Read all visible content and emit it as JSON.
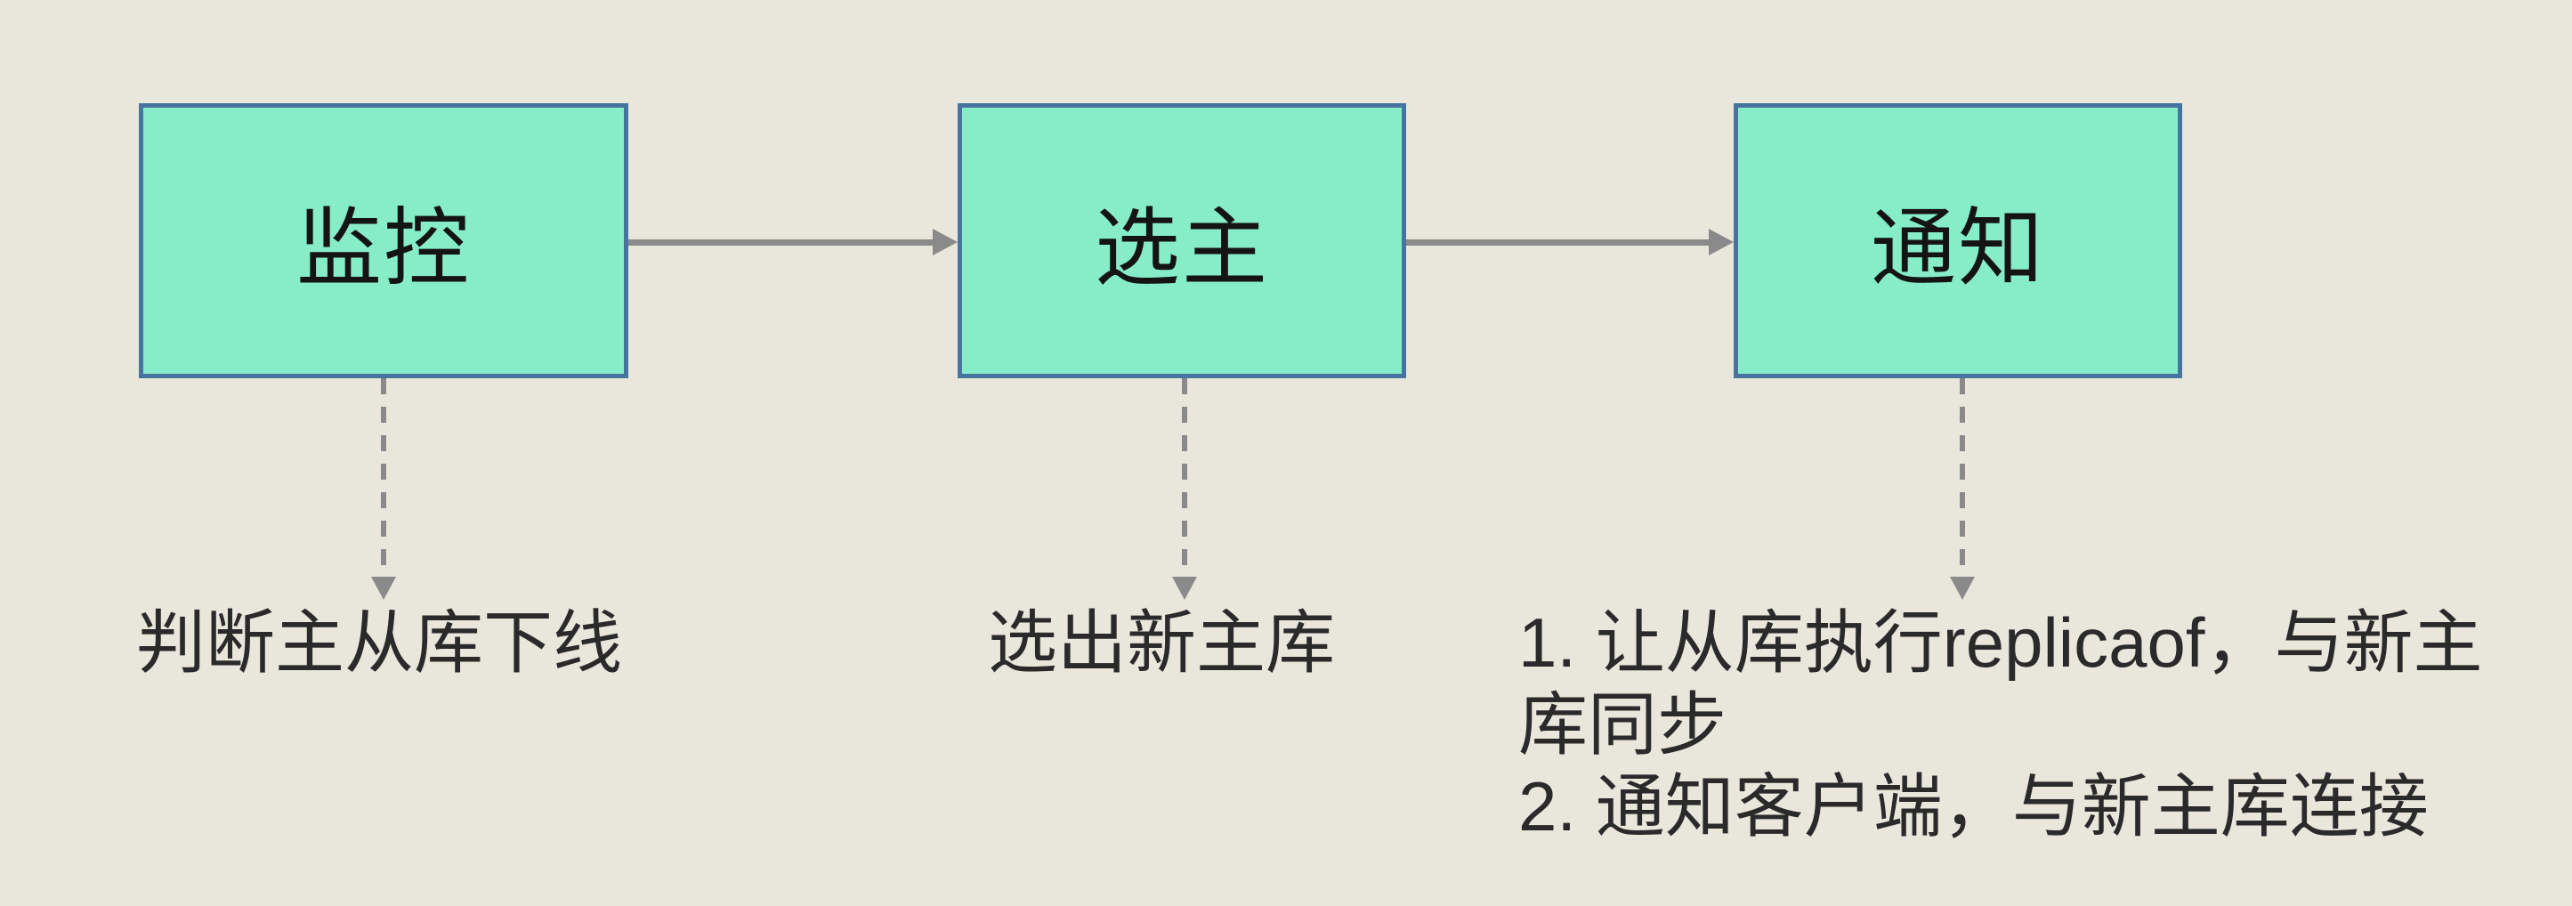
{
  "diagram": {
    "title": "Redis sentinel failover flow (哨兵机制流程)",
    "colors": {
      "canvas_bg": "#e9e7dc",
      "box_fill": "#87edc8",
      "box_border": "#47739f",
      "arrow": "#8a8a8a",
      "text": "#2a2a2a"
    },
    "flow": {
      "boxes": [
        {
          "id": "monitor",
          "label": "监控"
        },
        {
          "id": "elect",
          "label": "选主"
        },
        {
          "id": "notify",
          "label": "通知"
        }
      ],
      "connectors": [
        {
          "type": "solid-arrow",
          "from": "monitor",
          "to": "elect"
        },
        {
          "type": "solid-arrow",
          "from": "elect",
          "to": "notify"
        },
        {
          "type": "dashed-arrow",
          "from": "monitor",
          "to": "note-monitor"
        },
        {
          "type": "dashed-arrow",
          "from": "elect",
          "to": "note-elect"
        },
        {
          "type": "dashed-arrow",
          "from": "notify",
          "to": "note-notify"
        }
      ],
      "annotations": [
        {
          "id": "note-monitor",
          "text": "判断主从库下线"
        },
        {
          "id": "note-elect",
          "text": "选出新主库"
        },
        {
          "id": "note-notify",
          "lines": [
            "1. 让从库执行replicaof，与新主",
            "库同步",
            "2. 通知客户端，与新主库连接"
          ]
        }
      ]
    }
  }
}
